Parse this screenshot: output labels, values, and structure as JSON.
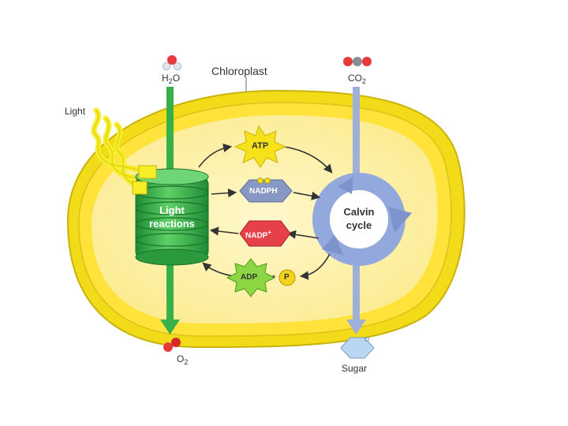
{
  "labels": {
    "chloroplast": "Chloroplast",
    "light": "Light",
    "h2o": {
      "base": "H",
      "sub": "2",
      "tail": "O"
    },
    "co2": {
      "base": "CO",
      "sub": "2"
    },
    "o2": {
      "base": "O",
      "sub": "2"
    },
    "sugar": "Sugar",
    "light_reactions": "Light\nreactions",
    "calvin_cycle": "Calvin\ncycle",
    "atp": "ATP",
    "nadph": "NADPH",
    "nadp_plus": "NADP",
    "nadp_sup": "+",
    "adp": "ADP",
    "plus": "+",
    "p": "P"
  },
  "colors": {
    "envelope_outer": "#f2dc1a",
    "envelope_inner": "#ffe33a",
    "stroma": "#fdf1a6",
    "thylakoid": "#4cc152",
    "thylakoid_dark": "#1f8a34",
    "green_arrow": "#38b04a",
    "blue_arrow": "#9fb0d8",
    "calvin_ring": "#93a8dc",
    "atp": "#f7e11a",
    "nadph": "#8898c4",
    "nadp_plus": "#e64049",
    "adp": "#8bd642",
    "p_circle": "#f2d21a",
    "sugar_hex": "#b9d6f2",
    "light_beam": "#f7ee2a"
  }
}
